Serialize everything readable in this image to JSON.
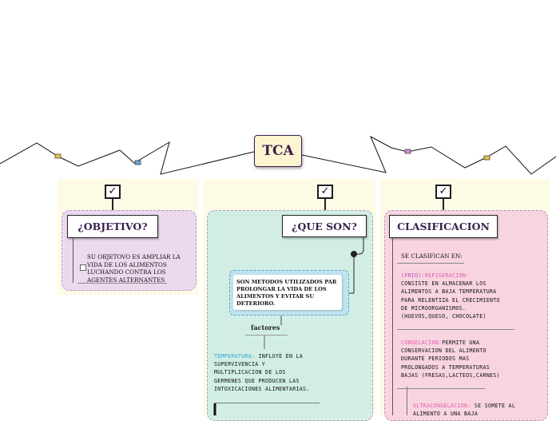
{
  "central": {
    "title": "TCA"
  },
  "checkmark": "✓",
  "objetivo": {
    "title": "¿OBJETIVO?",
    "text": "SU OBJETOVO ES AMPLIAR LA VIDA DE LOS ALIMENTOS LUCHANDO CONTRA LOS AGENTES ALTERNANTES"
  },
  "que_son": {
    "title": "¿QUE SON?",
    "definition": "SON METODOS UTILIZADOS PAR PROLONGAR LA VIDA DE LOS ALIMENTOS Y EVITAR SU DETERIORO.",
    "factores_label": "factores",
    "temperatura_label": "TEMPERATURA:",
    "temperatura_text": " INFLUYE EN LA SUPERVIVENCIA Y MULTIPLICACION DE LOS GERMENES QUE PRODUCEN LAS INTOXICACIONES ALIMENTARIAS."
  },
  "clasificacion": {
    "title": "CLASIFICACION",
    "intro": "SE CLASIFICAN EN:",
    "refrigeracion_prefix": "(FRIO):",
    "refrigeracion_label": "REFIGERACION:",
    "refrigeracion_text": "CONSISTE EN ALMACENAR LOS ALIMENTOS A BAJA TEMPERATURA PARA RELENTIZA EL CRECIMIENTO DE MICROORGANISMOS. (HUEVOS,QUESO, CHOCOLATE)",
    "congelacion_label": "CONGELACION:",
    "congelacion_text": "PERMITE UNA CONSERVACION DEL ALIMENTO DURANTE PERIODOS MAS PROLONGADOS  A TEMPERATURAS BAJAS (FRESAS,LACTEOS,CARNES)",
    "ultra_label": "ULTRACONGELACION:",
    "ultra_text": "  SE SOMETE AL ALIMENTO A UNA BAJA"
  },
  "colors": {
    "objetivo_bg": "#ecd9ee",
    "que_son_bg": "#d2eee4",
    "clasificacion_bg": "#f8d4e0",
    "panel_bg": "#fdfbe6"
  }
}
